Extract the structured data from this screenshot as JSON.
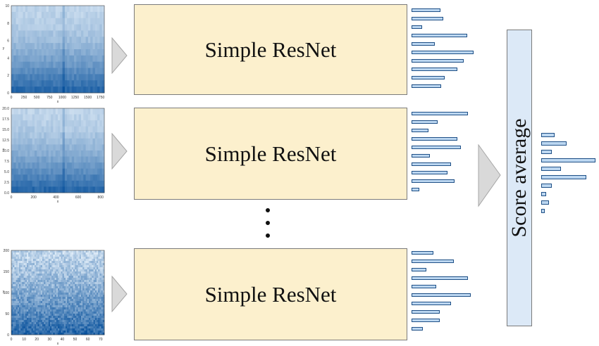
{
  "models": [
    {
      "label": "Simple ResNet"
    },
    {
      "label": "Simple ResNet"
    },
    {
      "label": "Simple ResNet"
    }
  ],
  "score_average": {
    "label": "Score average"
  },
  "spectrograms": [
    {
      "y_axis_label": "y",
      "x_axis_label": "x",
      "y_ticks": [
        "10",
        "8",
        "6",
        "4",
        "2",
        "0"
      ],
      "x_ticks": [
        "0",
        "250",
        "500",
        "750",
        "1000",
        "1250",
        "1500",
        "1750"
      ]
    },
    {
      "y_axis_label": "y",
      "x_axis_label": "x",
      "y_ticks": [
        "20.0",
        "17.5",
        "15.0",
        "12.5",
        "10.0",
        "7.5",
        "5.0",
        "2.5",
        "0.0"
      ],
      "x_ticks": [
        "0",
        "200",
        "400",
        "600",
        "800"
      ]
    },
    {
      "y_axis_label": "y",
      "x_axis_label": "x",
      "y_ticks": [
        "200",
        "150",
        "100",
        "50",
        "0"
      ],
      "x_ticks": [
        "0",
        "10",
        "20",
        "30",
        "40",
        "50",
        "60",
        "70"
      ]
    }
  ],
  "score_bars": [
    [
      0.47,
      0.51,
      0.17,
      0.9,
      0.37,
      1.0,
      0.84,
      0.74,
      0.53,
      0.48
    ],
    [
      0.91,
      0.42,
      0.27,
      0.74,
      0.79,
      0.29,
      0.64,
      0.58,
      0.69,
      0.12
    ],
    [
      0.35,
      0.68,
      0.24,
      0.91,
      0.4,
      0.95,
      0.64,
      0.45,
      0.45,
      0.18
    ]
  ],
  "average_scores": [
    0.25,
    0.47,
    0.19,
    1.0,
    0.36,
    0.83,
    0.19,
    0.09,
    0.14,
    0.07
  ],
  "colors": {
    "model_fill": "#fcf0cd",
    "average_fill": "#dce9f7",
    "bar_fill": "#bcd7f1",
    "bar_stroke": "#1e4f86",
    "arrow_fill": "#d9d9d9"
  }
}
